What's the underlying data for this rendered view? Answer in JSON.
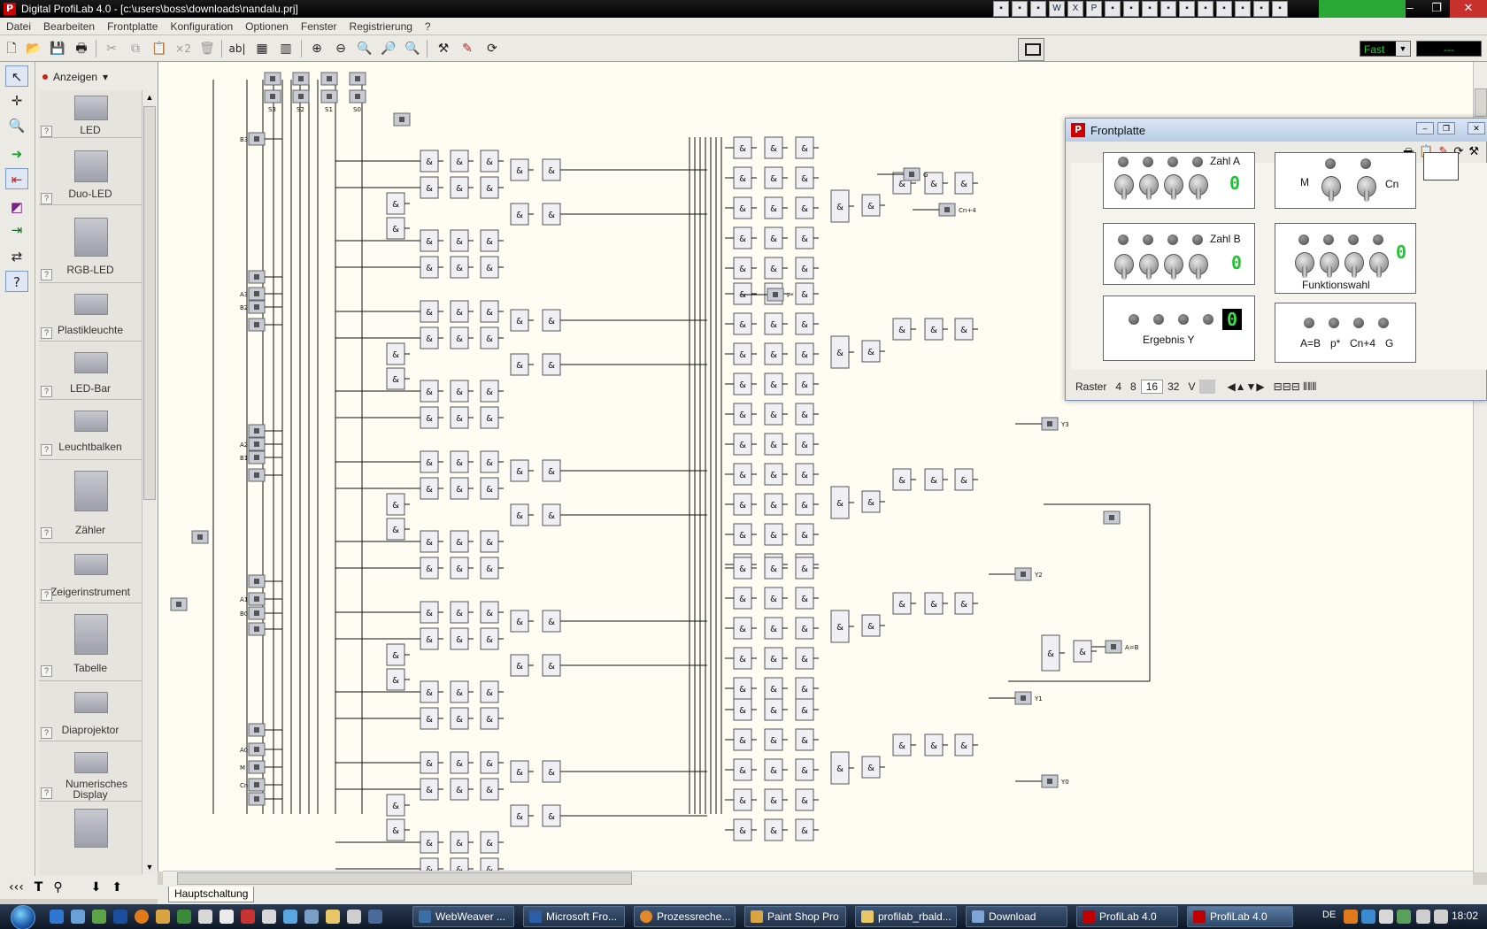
{
  "window": {
    "title": "Digital ProfiLab 4.0 - [c:\\users\\boss\\downloads\\nandalu.prj]",
    "app_logo": "P"
  },
  "menu": [
    "Datei",
    "Bearbeiten",
    "Frontplatte",
    "Konfiguration",
    "Optionen",
    "Fenster",
    "Registrierung",
    "?"
  ],
  "toolbar": {
    "speed": "Fast",
    "speed_readout": "---",
    "multiplier": "×2"
  },
  "palette": {
    "header": "Anzeigen",
    "items": [
      {
        "label": "LED",
        "icon": "led-icon"
      },
      {
        "label": "Duo-LED",
        "icon": "duo-led-icon"
      },
      {
        "label": "RGB-LED",
        "icon": "rgb-led-icon"
      },
      {
        "label": "Plastikleuchte",
        "icon": "plastic-light-icon"
      },
      {
        "label": "LED-Bar",
        "icon": "led-bar-icon"
      },
      {
        "label": "Leuchtbalken",
        "icon": "light-bar-icon"
      },
      {
        "label": "Zähler",
        "icon": "counter-icon"
      },
      {
        "label": "Zeigerinstrument",
        "icon": "pointer-instrument-icon"
      },
      {
        "label": "Tabelle",
        "icon": "table-icon"
      },
      {
        "label": "Diaprojektor",
        "icon": "slide-projector-icon"
      },
      {
        "label": "Numerisches Display",
        "icon": "numeric-display-icon"
      }
    ]
  },
  "canvas": {
    "gate_symbol": "&",
    "input_labels": [
      "S3",
      "S2",
      "S1",
      "S0",
      "B3",
      "A3",
      "B2",
      "A2",
      "B1",
      "A1",
      "B0",
      "A0",
      "M",
      "Cn"
    ],
    "output_labels": [
      "G",
      "Cn+4",
      "P*",
      "Y3",
      "Y2",
      "A=B",
      "Y1",
      "Y0"
    ]
  },
  "tabs": [
    "Hauptschaltung"
  ],
  "frontplatte": {
    "title": "Frontplatte",
    "groups": {
      "zahl_a": {
        "label": "Zahl A",
        "value": "0"
      },
      "zahl_b": {
        "label": "Zahl B",
        "value": "0"
      },
      "ergebnis": {
        "label": "Ergebnis Y",
        "value": "0"
      },
      "mode_m": "M",
      "mode_cn": "Cn",
      "funktion": {
        "label": "Funktionswahl",
        "value": "0"
      },
      "status_leds": [
        "A=B",
        "p*",
        "Cn+4",
        "G"
      ]
    },
    "status_bar": {
      "raster_label": "Raster",
      "raster_options": [
        "4",
        "8",
        "16",
        "32"
      ],
      "v_label": "V"
    }
  },
  "taskbar": {
    "tasks": [
      {
        "label": "WebWeaver ...",
        "color": "#3a6ea5"
      },
      {
        "label": "Microsoft Fro...",
        "color": "#2a5fa8"
      },
      {
        "label": "Prozessreche...",
        "color": "#e2882a"
      },
      {
        "label": "Paint Shop Pro",
        "color": "#d9a441"
      },
      {
        "label": "profilab_rbald...",
        "color": "#e9c766"
      },
      {
        "label": "Download",
        "color": "#7ea5d6"
      },
      {
        "label": "ProfiLab 4.0",
        "color": "#c00000"
      },
      {
        "label": "ProfiLab 4.0",
        "color": "#c00000"
      }
    ],
    "lang": "DE",
    "clock": "18:02"
  }
}
